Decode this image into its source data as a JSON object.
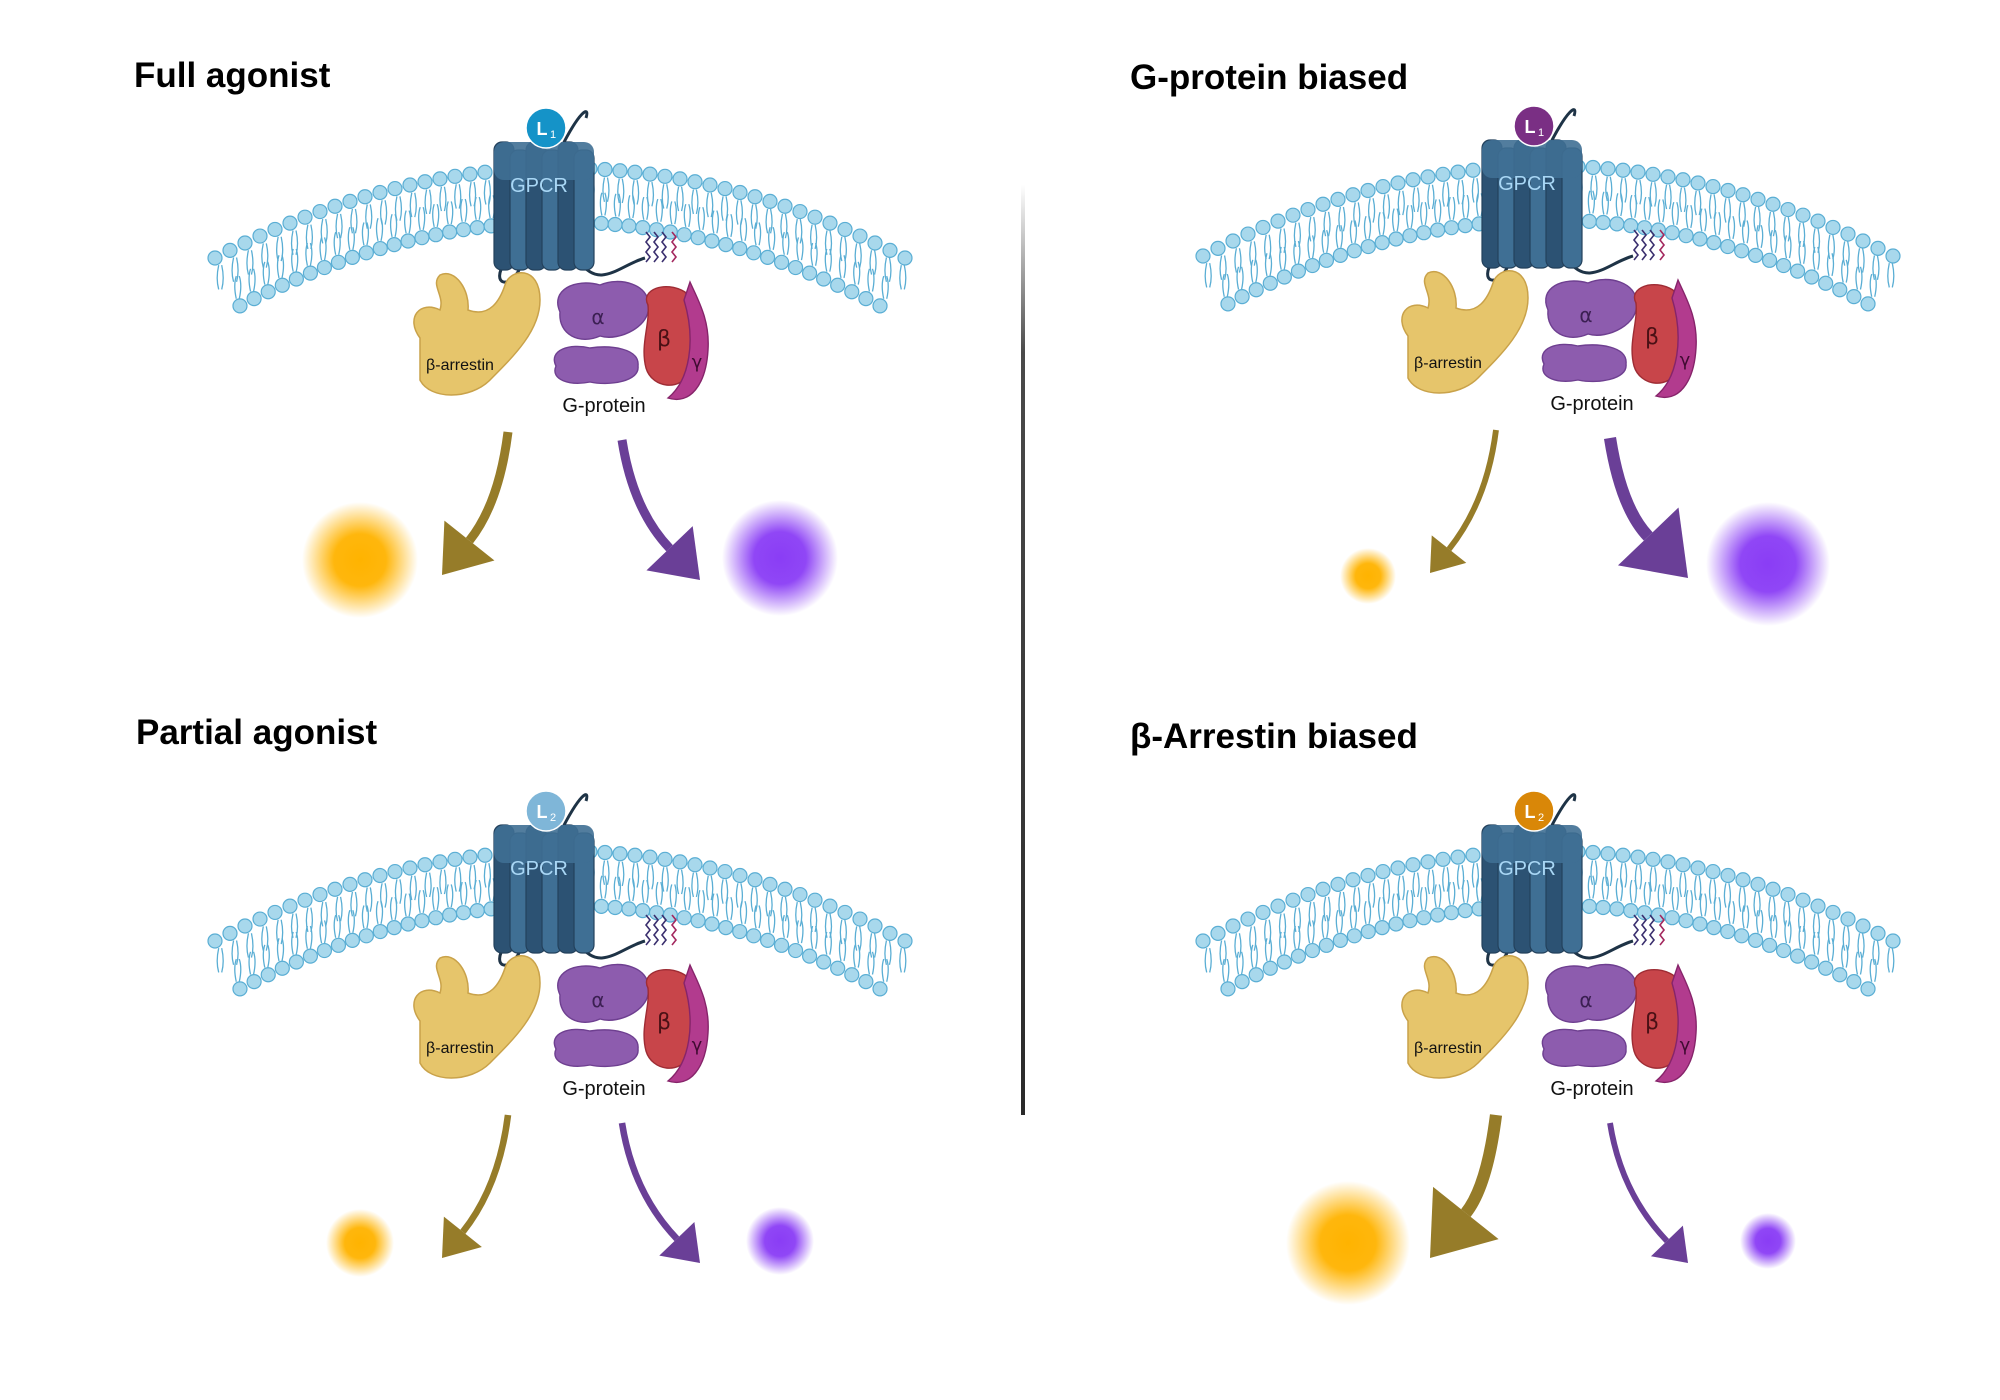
{
  "panels": [
    {
      "title": "Full agonist",
      "ligand": {
        "label": "L",
        "sub": "1",
        "color": "#1593c8"
      },
      "receptor_label": "GPCR",
      "arrestin_label": "β-arrestin",
      "gprotein_label": "G-protein",
      "subunits": {
        "alpha": "α",
        "beta": "β",
        "gamma": "γ"
      },
      "arrestin_signal": "strong",
      "gprotein_signal": "strong"
    },
    {
      "title": "G-protein biased",
      "ligand": {
        "label": "L",
        "sub": "1",
        "color": "#7a2f84"
      },
      "receptor_label": "GPCR",
      "arrestin_label": "β-arrestin",
      "gprotein_label": "G-protein",
      "subunits": {
        "alpha": "α",
        "beta": "β",
        "gamma": "γ"
      },
      "arrestin_signal": "weak",
      "gprotein_signal": "very strong"
    },
    {
      "title": "Partial agonist",
      "ligand": {
        "label": "L",
        "sub": "2",
        "color": "#7fb6d8"
      },
      "receptor_label": "GPCR",
      "arrestin_label": "β-arrestin",
      "gprotein_label": "G-protein",
      "subunits": {
        "alpha": "α",
        "beta": "β",
        "gamma": "γ"
      },
      "arrestin_signal": "moderate",
      "gprotein_signal": "moderate"
    },
    {
      "title": "β-Arrestin biased",
      "ligand": {
        "label": "L",
        "sub": "2",
        "color": "#d98708"
      },
      "receptor_label": "GPCR",
      "arrestin_label": "β-arrestin",
      "gprotein_label": "G-protein",
      "subunits": {
        "alpha": "α",
        "beta": "β",
        "gamma": "γ"
      },
      "arrestin_signal": "very strong",
      "gprotein_signal": "weak"
    }
  ],
  "colors": {
    "membrane": "#a8d8ec",
    "membrane_edge": "#5aaed4",
    "gpcr": "#3f6f94",
    "gpcr_dark": "#2c5273",
    "arrestin": "#e6c56b",
    "alpha": "#8d5cae",
    "beta": "#c8454a",
    "gamma": "#b23b8e",
    "arrestin_arrow": "#967c29",
    "gprotein_arrow": "#6a3f97",
    "arrestin_glow": "#ffb300",
    "gprotein_glow": "#8a3df5"
  }
}
